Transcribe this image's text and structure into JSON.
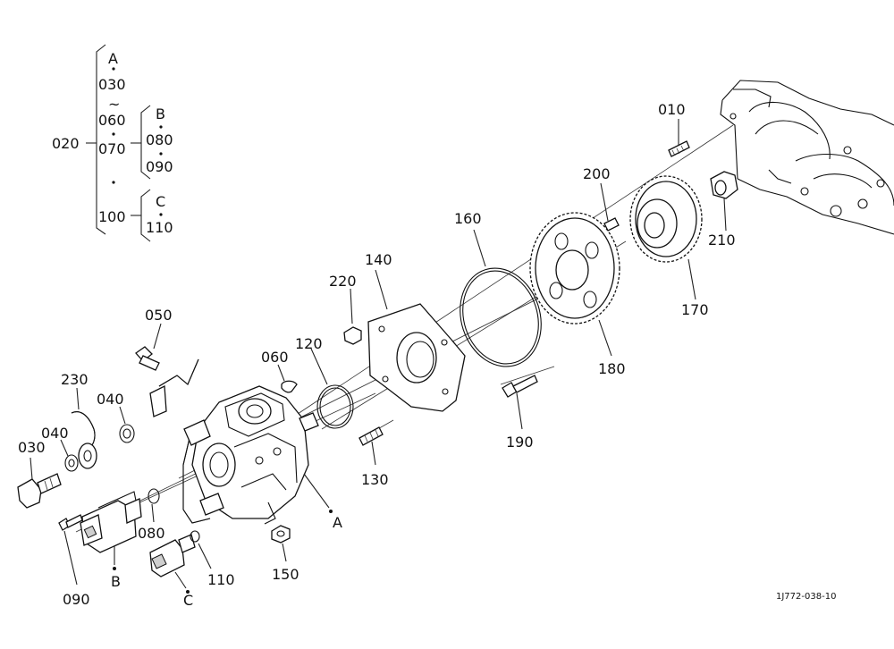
{
  "labels": {
    "p010": "010",
    "p020": "020",
    "p030": "030",
    "p030b": "030",
    "p040": "040",
    "p040b": "040",
    "p050": "050",
    "p060": "060",
    "p060b": "060",
    "p070": "070",
    "p080": "080",
    "p080b": "080",
    "p090": "090",
    "p090b": "090",
    "p100": "100",
    "p110": "110",
    "p110b": "110",
    "p120": "120",
    "p130": "130",
    "p140": "140",
    "p150": "150",
    "p160": "160",
    "p170": "170",
    "p180": "180",
    "p190": "190",
    "p200": "200",
    "p210": "210",
    "p220": "220",
    "p230": "230"
  },
  "groups": {
    "a": "A",
    "a2": "A",
    "b": "B",
    "b2": "B",
    "c": "C",
    "c2": "C"
  },
  "range_tilde": "~",
  "drawing_code": "1J772-038-10"
}
